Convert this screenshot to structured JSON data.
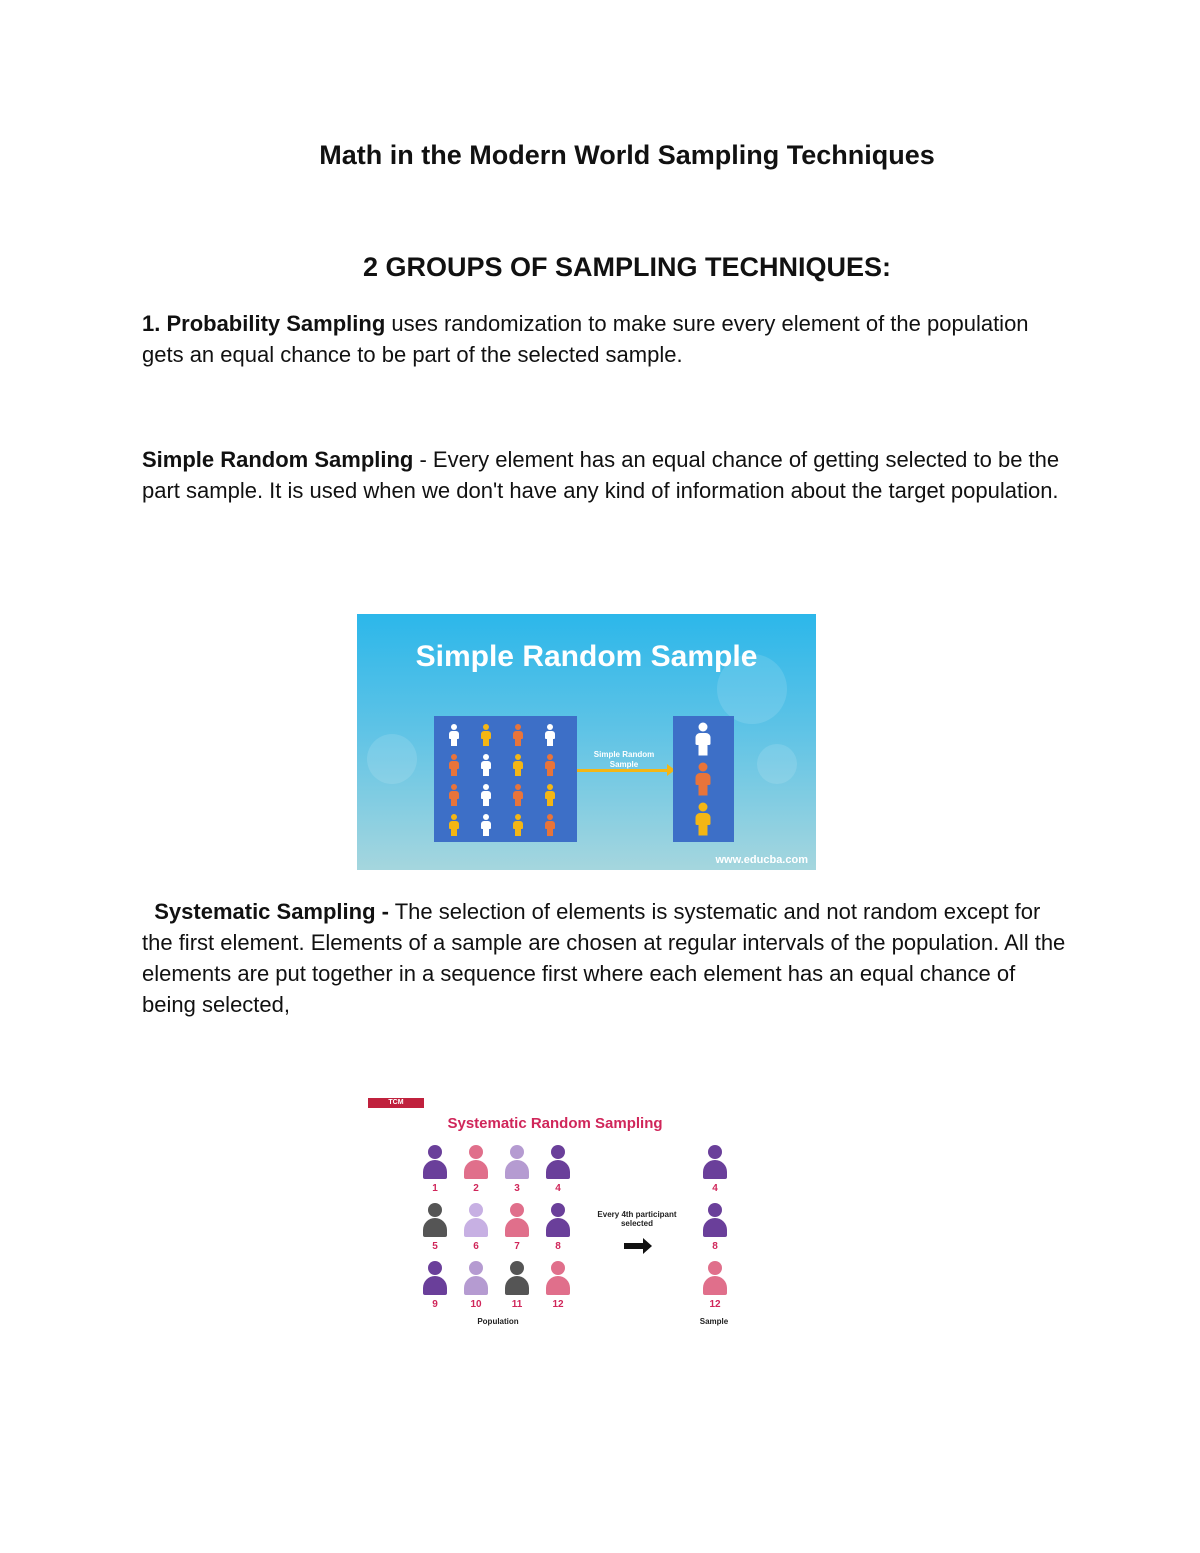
{
  "document": {
    "title": "Math in the Modern World Sampling Techniques",
    "section_heading": "2 GROUPS OF SAMPLING TECHNIQUES:",
    "probability": {
      "term": "1. Probability Sampling",
      "text": " uses randomization to make sure every element of the population gets an equal chance to be part of the selected sample."
    },
    "simple_random": {
      "term": "Simple Random Sampling",
      "text": " - Every element has an equal chance of getting selected to be the part sample. It is used when we don't have any kind of information about the target population."
    },
    "systematic": {
      "term": "Systematic Sampling -",
      "text": " The selection of elements is systematic and not random except for the first element. Elements of a sample are chosen at regular intervals of the population. All the elements are put together in a sequence first where each element has an equal chance of being selected,"
    }
  },
  "figure1": {
    "title": "Simple Random Sample",
    "arrow_label": "Simple Random Sample",
    "watermark": "www.educba.com",
    "colors": {
      "white": "#ffffff",
      "orange": "#e8743a",
      "yellow": "#f4b614",
      "panel": "#3d6fc7"
    },
    "population_grid": [
      [
        "white",
        "yellow",
        "orange",
        "white"
      ],
      [
        "orange",
        "white",
        "yellow",
        "orange"
      ],
      [
        "orange",
        "white",
        "orange",
        "yellow"
      ],
      [
        "yellow",
        "white",
        "yellow",
        "orange"
      ]
    ],
    "sample": [
      "white",
      "orange",
      "yellow"
    ]
  },
  "figure2": {
    "logo": "TCM",
    "title": "Systematic Random Sampling",
    "arrow_label": "Every 4th participant selected",
    "population_label": "Population",
    "sample_label": "Sample",
    "population": [
      {
        "n": "1",
        "color": "#6a3f9a"
      },
      {
        "n": "2",
        "color": "#e06f8b"
      },
      {
        "n": "3",
        "color": "#b59bd1"
      },
      {
        "n": "4",
        "color": "#6a3f9a"
      },
      {
        "n": "5",
        "color": "#555555"
      },
      {
        "n": "6",
        "color": "#c7b0e3"
      },
      {
        "n": "7",
        "color": "#e06f8b"
      },
      {
        "n": "8",
        "color": "#6a3f9a"
      },
      {
        "n": "9",
        "color": "#6a3f9a"
      },
      {
        "n": "10",
        "color": "#b59bd1"
      },
      {
        "n": "11",
        "color": "#555555"
      },
      {
        "n": "12",
        "color": "#e06f8b"
      }
    ],
    "sample": [
      {
        "n": "4",
        "color": "#6a3f9a"
      },
      {
        "n": "8",
        "color": "#6a3f9a"
      },
      {
        "n": "12",
        "color": "#e06f8b"
      }
    ],
    "number_color": "#d0265a"
  }
}
